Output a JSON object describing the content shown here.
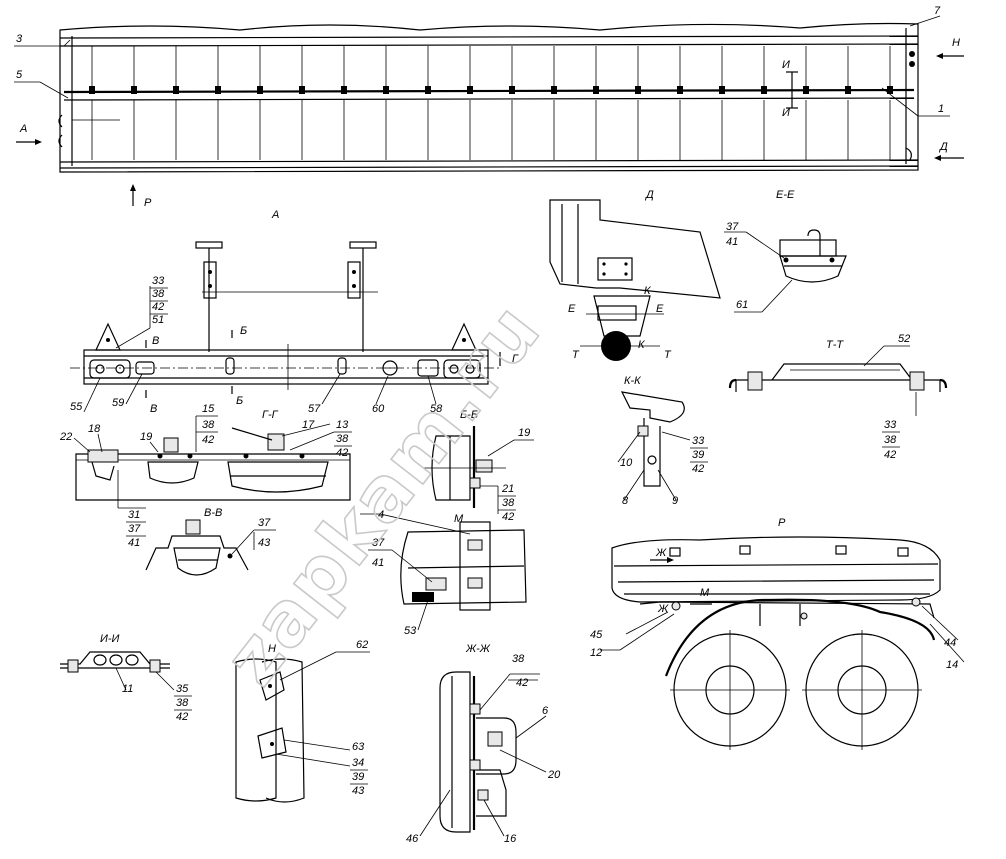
{
  "watermark": "zapkam.ru",
  "views": {
    "A": "А",
    "D": "Д",
    "EE": "Е-Е",
    "TT": "Т-Т",
    "KK": "К-К",
    "GG": "Г-Г",
    "BB": "Б-Б",
    "VV": "В-В",
    "M": "М",
    "II": "И-И",
    "N": "Н",
    "ZZ": "Ж-Ж",
    "R": "Р"
  },
  "arrows": {
    "A": "А",
    "R": "Р",
    "N": "Н",
    "D": "Д",
    "I": "И",
    "B": "Б",
    "V": "В",
    "G": "Г",
    "E": "Е",
    "K": "К",
    "T": "Т",
    "Zh": "Ж",
    "M": "М"
  },
  "callouts": {
    "top": [
      "3",
      "5",
      "7",
      "1"
    ],
    "viewA_stack": [
      "33",
      "38",
      "42",
      "51"
    ],
    "viewA_bottom": [
      "55",
      "59",
      "57",
      "60",
      "58"
    ],
    "ee": [
      "37",
      "41",
      "61"
    ],
    "tt": [
      "52",
      "33",
      "38",
      "42"
    ],
    "kk_right": [
      "33",
      "39",
      "42"
    ],
    "kk_left": [
      "10",
      "8",
      "9"
    ],
    "gg_left": [
      "22",
      "18",
      "19",
      "15",
      "38",
      "42",
      "31",
      "37",
      "41"
    ],
    "gg_right": [
      "17",
      "13",
      "38",
      "42"
    ],
    "bb": [
      "19",
      "21",
      "38",
      "42"
    ],
    "vv": [
      "37",
      "43"
    ],
    "m": [
      "4",
      "37",
      "41",
      "53"
    ],
    "ii": [
      "11",
      "35",
      "38",
      "42"
    ],
    "n": [
      "62",
      "63",
      "34",
      "39",
      "43"
    ],
    "zz": [
      "38",
      "42",
      "6",
      "20",
      "46",
      "16"
    ],
    "r": [
      "45",
      "12",
      "44",
      "14"
    ]
  }
}
